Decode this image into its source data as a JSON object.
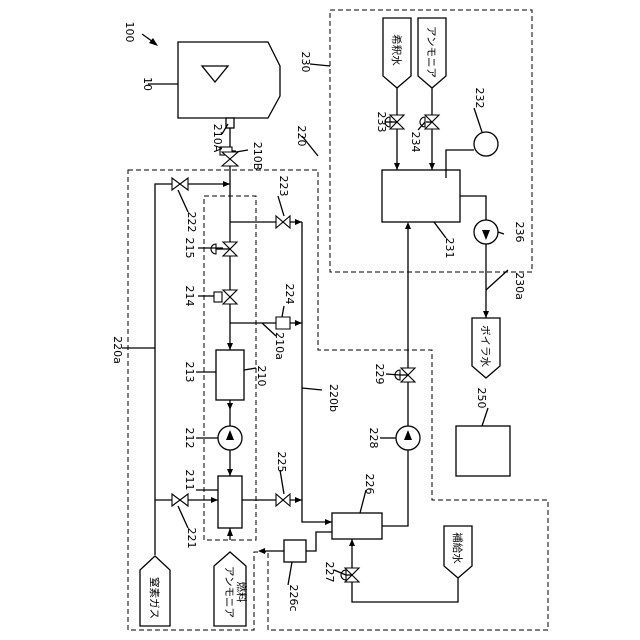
{
  "labels": {
    "n100": "100",
    "n10": "10",
    "n210A": "210A",
    "n210B": "210B",
    "n220": "220",
    "n230": "230",
    "n233": "233",
    "n234": "234",
    "n232": "232",
    "n222": "222",
    "n223": "223",
    "n215": "215",
    "n214": "214",
    "n224": "224",
    "n210a": "210a",
    "n213": "213",
    "n210": "210",
    "n212": "212",
    "n211": "211",
    "n225": "225",
    "n221": "221",
    "n220a": "220a",
    "n220b": "220b",
    "n226": "226",
    "n226c": "226c",
    "n227": "227",
    "n228": "228",
    "n229": "229",
    "n231": "231",
    "n236": "236",
    "n230a": "230a",
    "n250": "250"
  },
  "sources": {
    "nitrogen": "窒素ガス",
    "ammonia_fuel_line1": "アンモニア",
    "ammonia_fuel_line2": "燃料",
    "dilution_water": "希釈水",
    "ammonia": "アンモニア",
    "boiler_water": "ボイラ水",
    "makeup_water": "補給水"
  }
}
